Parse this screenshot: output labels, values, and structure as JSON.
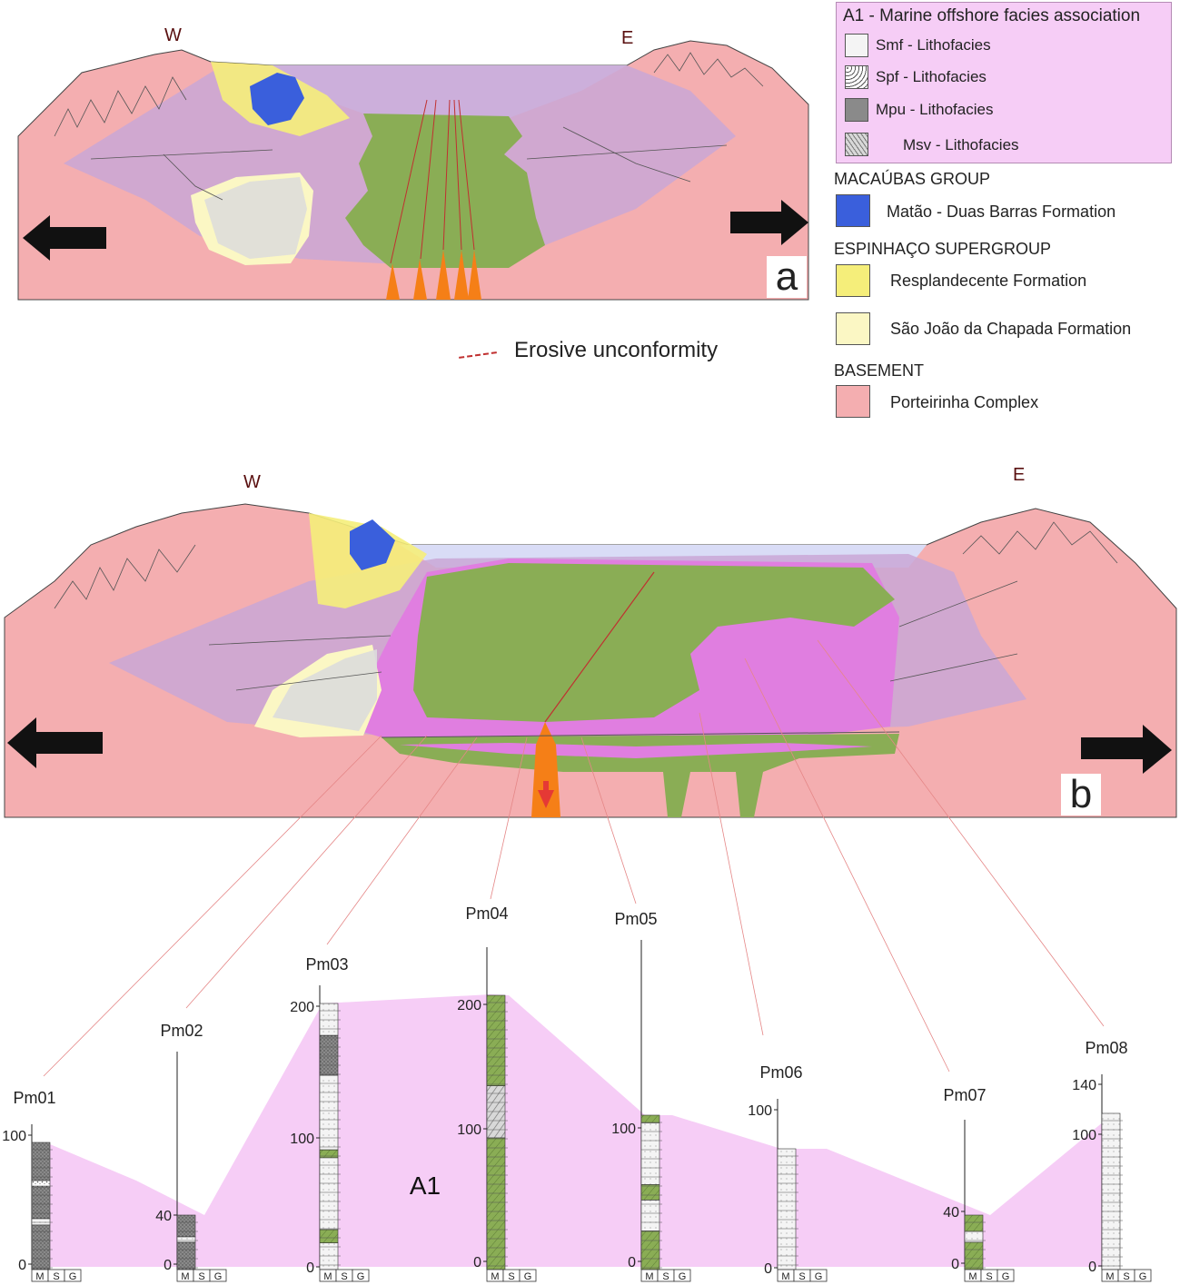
{
  "panels": {
    "a": {
      "letter": "a",
      "west": "W",
      "east": "E"
    },
    "b": {
      "letter": "b",
      "west": "W",
      "east": "E"
    }
  },
  "unconformity_label": "Erosive unconformity",
  "legend": {
    "a1_title": "A1 - Marine offshore facies association",
    "lithofacies": [
      {
        "label": "Smf - Lithofacies",
        "pattern": "smf"
      },
      {
        "label": "Spf - Lithofacies",
        "pattern": "spf"
      },
      {
        "label": "Mpu - Lithofacies",
        "pattern": "mpu"
      },
      {
        "label": "Msv - Lithofacies",
        "pattern": "msv"
      }
    ],
    "groups": [
      {
        "title": "MACAÚBAS GROUP",
        "items": [
          {
            "label": "Matão - Duas Barras Formation",
            "color": "#3a5fdc"
          }
        ]
      },
      {
        "title": "ESPINHAÇO SUPERGROUP",
        "items": [
          {
            "label": "Resplandecente Formation",
            "color": "#f5ee7a"
          },
          {
            "label": "São João da Chapada Formation",
            "color": "#fbf7c4"
          }
        ]
      },
      {
        "title": "BASEMENT",
        "items": [
          {
            "label": "Porteirinha Complex",
            "color": "#f4aeb0"
          }
        ]
      }
    ]
  },
  "sections": [
    {
      "name": "Pm01",
      "ticks": [
        "100",
        "0"
      ]
    },
    {
      "name": "Pm02",
      "ticks": [
        "40",
        "0"
      ]
    },
    {
      "name": "Pm03",
      "ticks": [
        "200",
        "100",
        "0"
      ]
    },
    {
      "name": "Pm04",
      "ticks": [
        "200",
        "100",
        "0"
      ]
    },
    {
      "name": "Pm05",
      "ticks": [
        "100",
        "0"
      ]
    },
    {
      "name": "Pm06",
      "ticks": [
        "100",
        "0"
      ]
    },
    {
      "name": "Pm07",
      "ticks": [
        "40",
        "0"
      ]
    },
    {
      "name": "Pm08",
      "ticks": [
        "140",
        "100",
        "0"
      ]
    }
  ],
  "grain_scale": [
    "M",
    "S",
    "G"
  ],
  "facies_label": "A1",
  "colors": {
    "basement": "#f4aeb0",
    "a1_facies": "#f6cdf6",
    "offshore_purple": "#c9a7d6",
    "magenta": "#e07ee0",
    "green": "#8aad55",
    "water": "#d9dcf6",
    "blue": "#3a5fdc",
    "yellow": "#f5ee7a",
    "pale_yellow": "#fbf7c4",
    "orange": "#f57f17"
  }
}
